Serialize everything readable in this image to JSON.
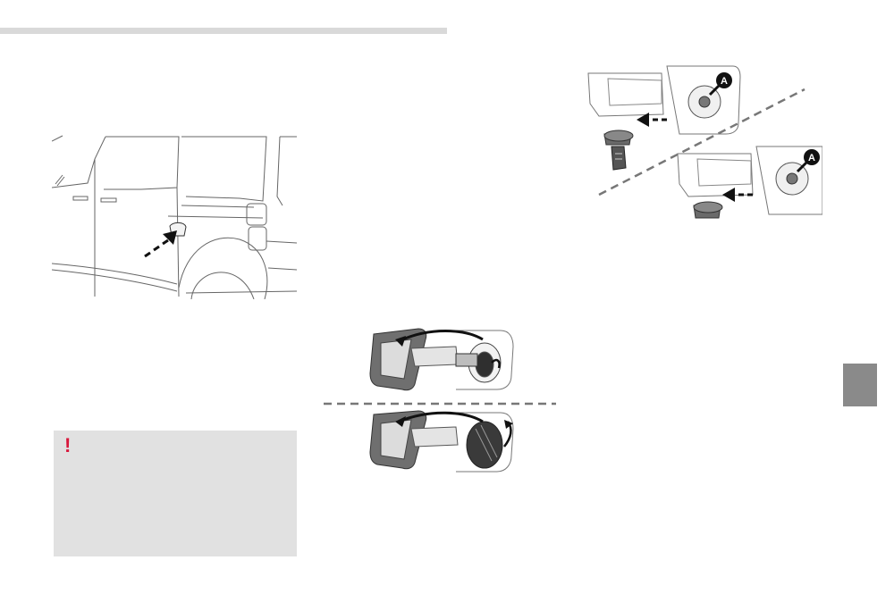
{
  "header": {
    "rule": "section-header-rule"
  },
  "figures": {
    "van": {
      "description_icon": "fuel-flap-location"
    },
    "cap": {
      "description_icon": "fuel-cap-opening"
    },
    "key": {
      "marker_label_top": "A",
      "marker_label_bottom": "A"
    }
  },
  "warning": {
    "icon": "!",
    "icon_color": "#d8173b",
    "background": "#e1e1e1"
  },
  "chapter_tab": {
    "color": "#8a8a8a"
  }
}
